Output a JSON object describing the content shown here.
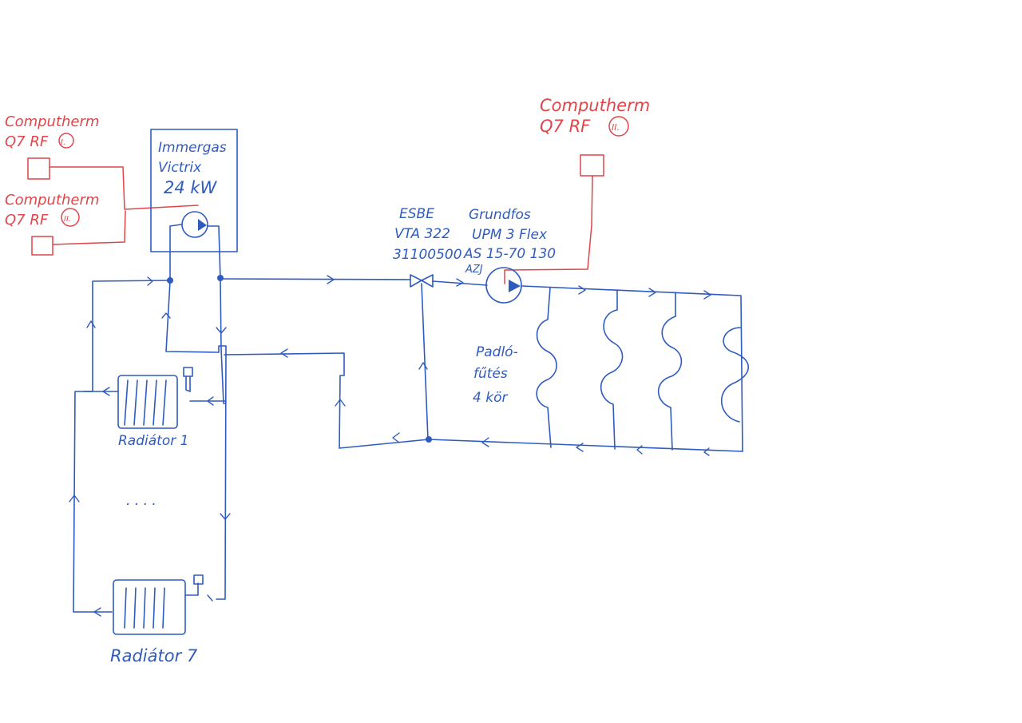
{
  "boiler": {
    "line1": "Immergas",
    "line2": "Victrix",
    "line3": "24 kW"
  },
  "thermostat_1": {
    "line1": "Computherm",
    "line2": "Q7 RF",
    "mark": "I."
  },
  "thermostat_2": {
    "line1": "Computherm",
    "line2": "Q7 RF",
    "mark": "II."
  },
  "thermostat_3": {
    "line1": "Computherm",
    "line2": "Q7 RF",
    "mark": "II."
  },
  "valve": {
    "line1": "ESBE",
    "line2": "VTA 322",
    "line3": "31100500"
  },
  "pump": {
    "line1": "Grundfos",
    "line2": "UPM 3 Flex",
    "line3": "AS 15-70 130",
    "line4": "AZJ"
  },
  "floor_heating": {
    "line1": "Padló-",
    "line2": "fűtés",
    "line3": "4 kör"
  },
  "radiator_1": {
    "label": "Radiátor 1"
  },
  "radiator_7": {
    "label": "Radiátor 7"
  },
  "ellipsis": ". . . .",
  "colors": {
    "pipe": "#2f5bbf",
    "control_wire": "#e0454a",
    "background": "#ffffff"
  }
}
